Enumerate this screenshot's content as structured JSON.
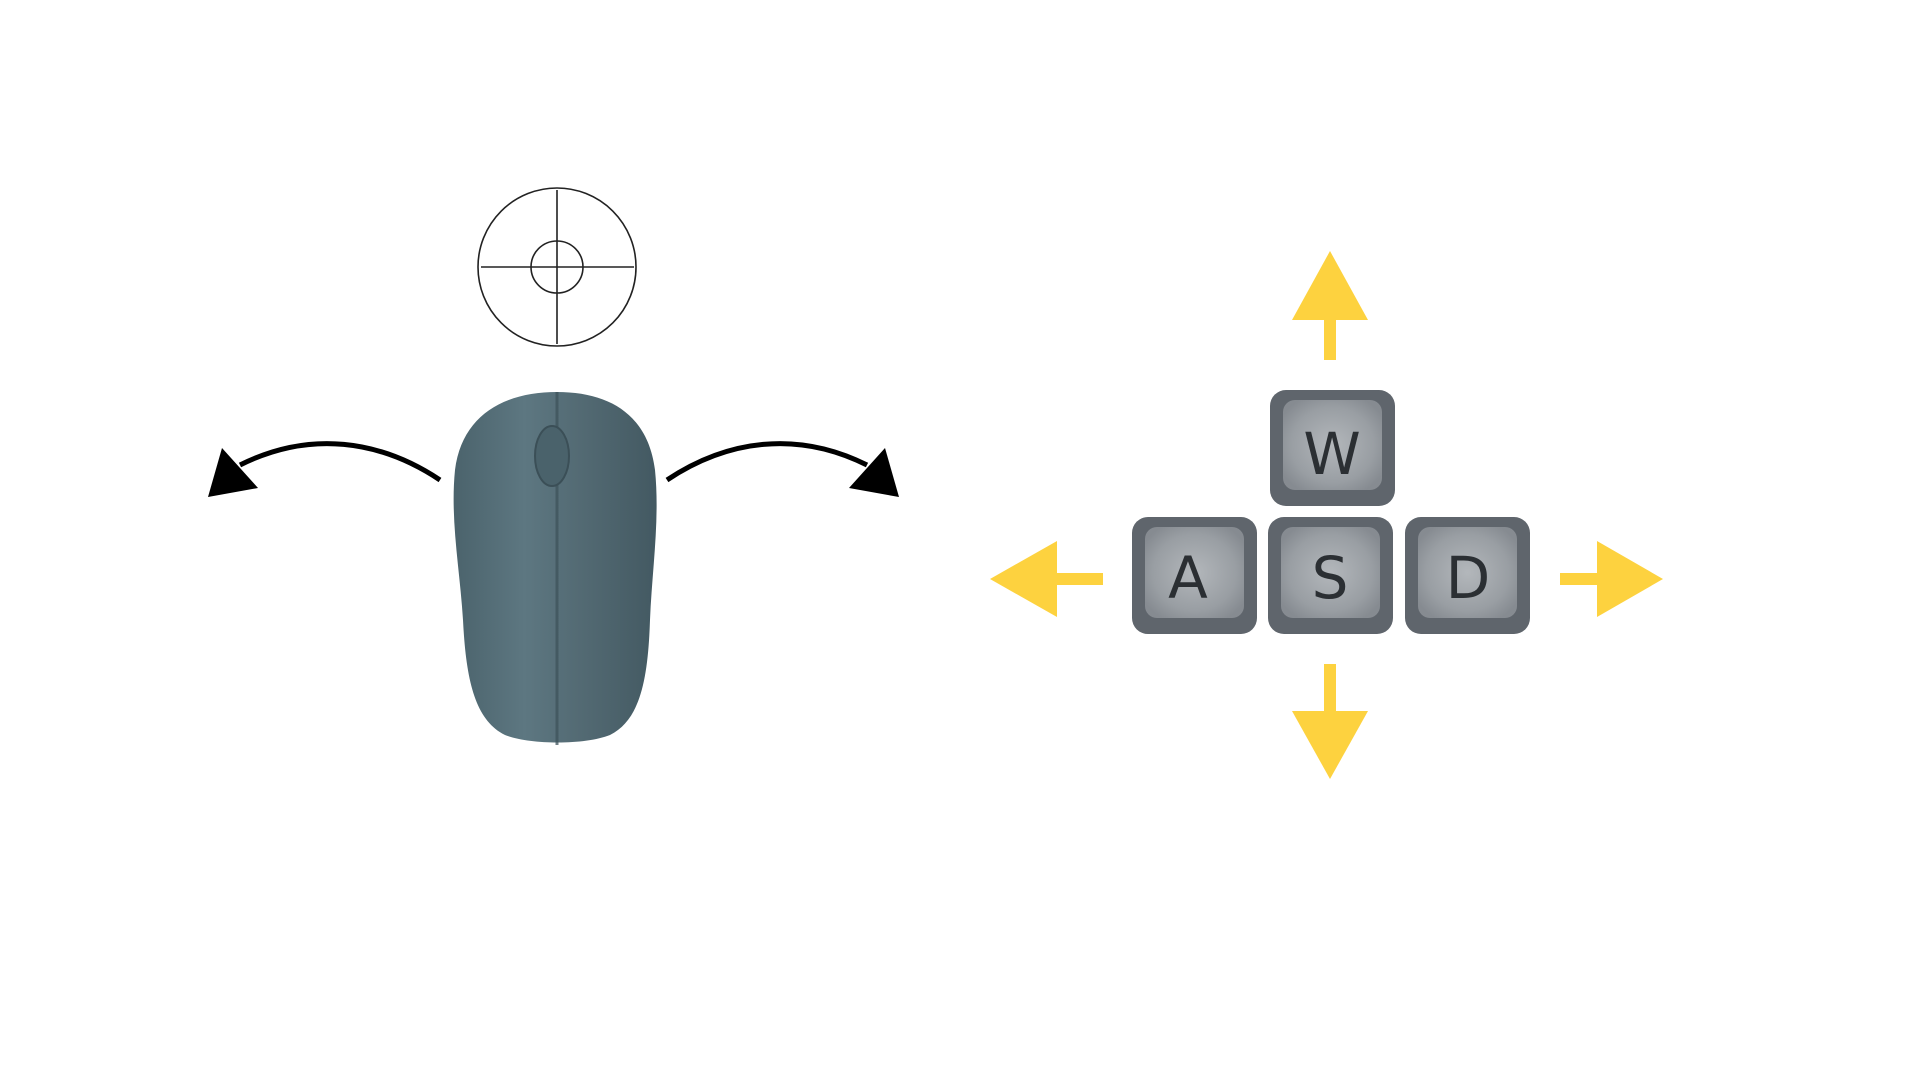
{
  "keys": {
    "w": "W",
    "a": "A",
    "s": "S",
    "d": "D"
  },
  "icons": {
    "crosshair": "crosshair-icon",
    "mouse": "mouse-icon",
    "look_left": "curved-arrow-left-icon",
    "look_right": "curved-arrow-right-icon",
    "move_up": "arrow-up-icon",
    "move_down": "arrow-down-icon",
    "move_left": "arrow-left-icon",
    "move_right": "arrow-right-icon"
  },
  "colors": {
    "background": "#ffffff",
    "mouse_body": "#56707a",
    "mouse_shade": "#3f555e",
    "keycap_outer": "#5f656c",
    "keycap_inner": "#9ea3a8",
    "move_arrow": "#fdd23f",
    "look_arrow": "#000000",
    "crosshair": "#222222"
  }
}
